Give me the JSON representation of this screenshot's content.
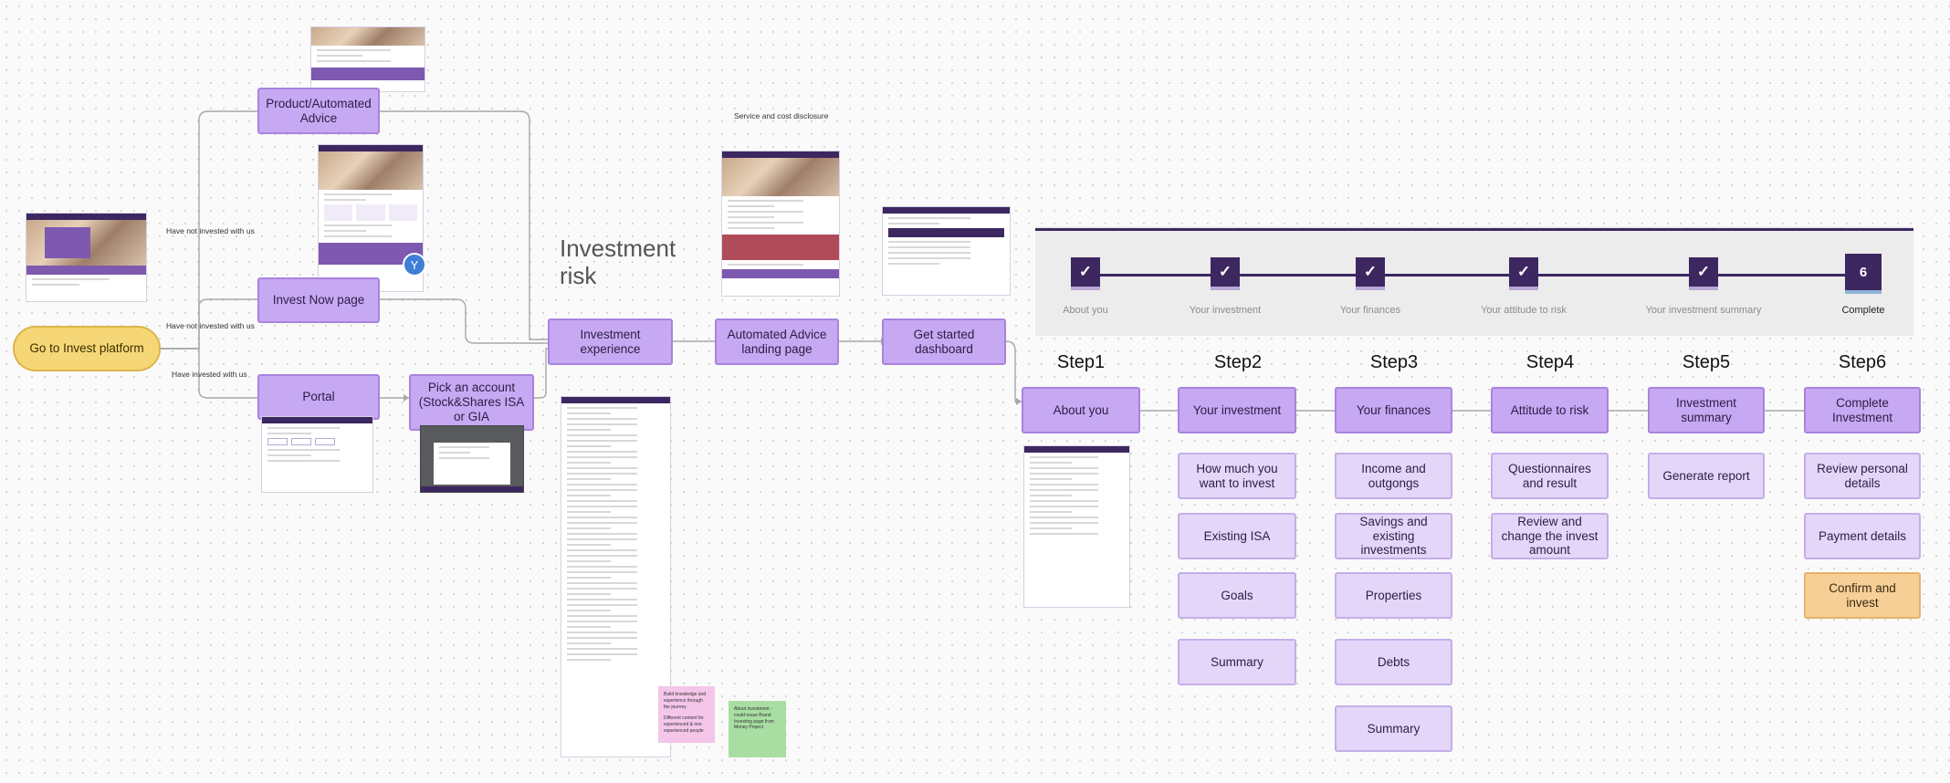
{
  "flow": {
    "start": "Go to Invest platform",
    "edge_labels": {
      "top": "Have not invested with us",
      "middle": "Have not invested with us",
      "bottom": "Have invested with us"
    },
    "product": "Product/Automated Advice",
    "invest_now": "Invest Now page",
    "portal": "Portal",
    "pick_account": "Pick an account (Stock&Shares ISA or GIA",
    "investment_risk_title": "Investment risk",
    "investment_experience": "Investment experience",
    "service_cost_title": "Service and cost disclosure",
    "automated_advice": "Automated Advice landing page",
    "get_started": "Get started dashboard"
  },
  "avatar_initial": "Y",
  "progress": {
    "steps": [
      {
        "label": "About you",
        "icon": "check-icon",
        "mark": "✓"
      },
      {
        "label": "Your investment",
        "icon": "check-icon",
        "mark": "✓"
      },
      {
        "label": "Your finances",
        "icon": "check-icon",
        "mark": "✓"
      },
      {
        "label": "Your attitude to risk",
        "icon": "check-icon",
        "mark": "✓"
      },
      {
        "label": "Your investment summary",
        "icon": "check-icon",
        "mark": "✓"
      },
      {
        "label": "Complete",
        "mark": "6"
      }
    ]
  },
  "steps": [
    {
      "title": "Step1",
      "main": "About you",
      "subs": []
    },
    {
      "title": "Step2",
      "main": "Your investment",
      "subs": [
        "How much you want to invest",
        "Existing ISA",
        "Goals",
        "Summary"
      ]
    },
    {
      "title": "Step3",
      "main": "Your finances",
      "subs": [
        "Income and outgongs",
        "Savings and existing investments",
        "Properties",
        "Debts",
        "Summary"
      ]
    },
    {
      "title": "Step4",
      "main": "Attitude to risk",
      "subs": [
        "Questionnaires and result",
        "Review and change the invest amount"
      ]
    },
    {
      "title": "Step5",
      "main": "Investment summary",
      "subs": [
        "Generate report"
      ]
    },
    {
      "title": "Step6",
      "main": "Complete Investment",
      "subs": [
        "Review personal details",
        "Payment details",
        "Confirm and invest"
      ]
    }
  ],
  "stickies": {
    "pink": [
      "Build knowledge and experience through the journey",
      "Different content for experienced & non experienced people"
    ],
    "green": "About investment - could reuse Brand Investing page from Money Project"
  },
  "colors": {
    "node_purple": "#c7a8f2",
    "node_light": "#e3d6f8",
    "node_orange": "#f5cf96",
    "start_yellow": "#f6d777",
    "progress_dark": "#3c2761"
  }
}
